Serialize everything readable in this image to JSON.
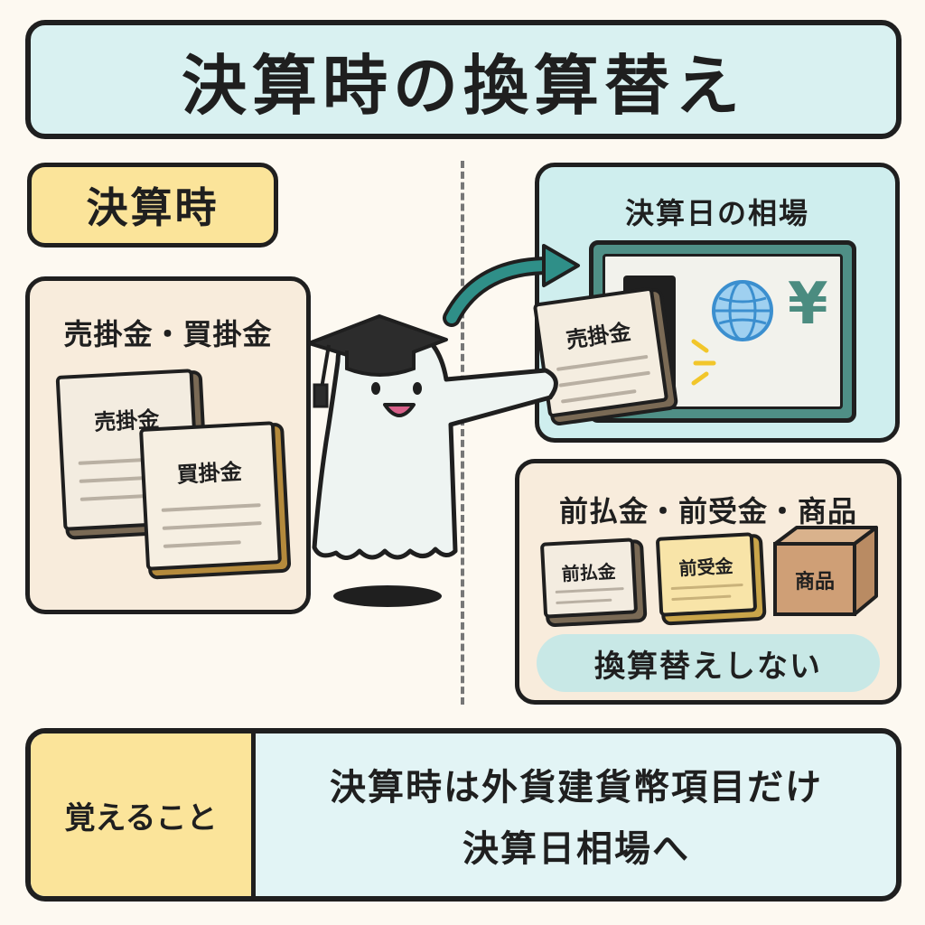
{
  "title": "決算時の換算替え",
  "left": {
    "tag": "決算時",
    "panel_title": "売掛金・買掛金",
    "card1": "売掛金",
    "card2": "買掛金"
  },
  "right_top": {
    "title": "決算日の相場",
    "inserted_card": "売掛金",
    "currency_symbol": "¥"
  },
  "right_bottom": {
    "title": "前払金・前受金・商品",
    "card1": "前払金",
    "card2": "前受金",
    "box": "商品",
    "pill": "換算替えしない"
  },
  "summary": {
    "label": "覚えること",
    "line1": "決算時は外貨建貨幣項目だけ",
    "line2": "決算日相場へ"
  },
  "colors": {
    "title_bg": "#d9f1f1",
    "tag_bg": "#fbe49a",
    "panel_bg": "#f8ecdc",
    "screen_frame": "#4f8f86",
    "arrow": "#2f8f88",
    "globe": "#4aa3dd"
  }
}
